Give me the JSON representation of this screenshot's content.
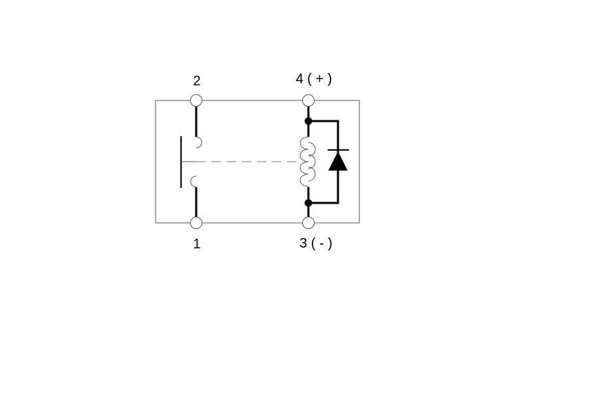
{
  "diagram": {
    "labels": {
      "pin2": "2",
      "pin4": "4 ( + )",
      "pin1": "1",
      "pin3": "3 ( - )"
    },
    "colors": {
      "line": "#000000",
      "outline": "#555555",
      "dashed": "#777777",
      "background": "#ffffff"
    }
  }
}
